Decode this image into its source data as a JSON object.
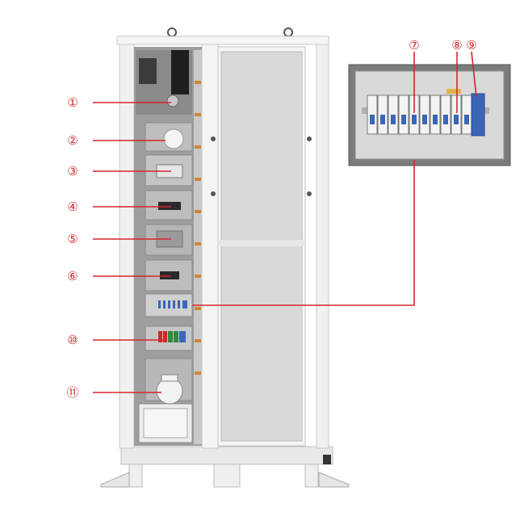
{
  "callouts": [
    {
      "id": "1",
      "label": "①"
    },
    {
      "id": "2",
      "label": "②"
    },
    {
      "id": "3",
      "label": "③"
    },
    {
      "id": "4",
      "label": "④"
    },
    {
      "id": "5",
      "label": "⑤"
    },
    {
      "id": "6",
      "label": "⑥"
    },
    {
      "id": "7",
      "label": "⑦"
    },
    {
      "id": "8",
      "label": "⑧"
    },
    {
      "id": "9",
      "label": "⑨"
    },
    {
      "id": "10",
      "label": "⑩"
    },
    {
      "id": "11",
      "label": "⑪"
    }
  ],
  "colors": {
    "callout_red": "#d4262c",
    "cabinet_white": "#f3f3f2",
    "panel_grey": "#d9d9d8",
    "breaker_blue": "#3a66b8",
    "frame_dark": "#7c7c7c"
  }
}
